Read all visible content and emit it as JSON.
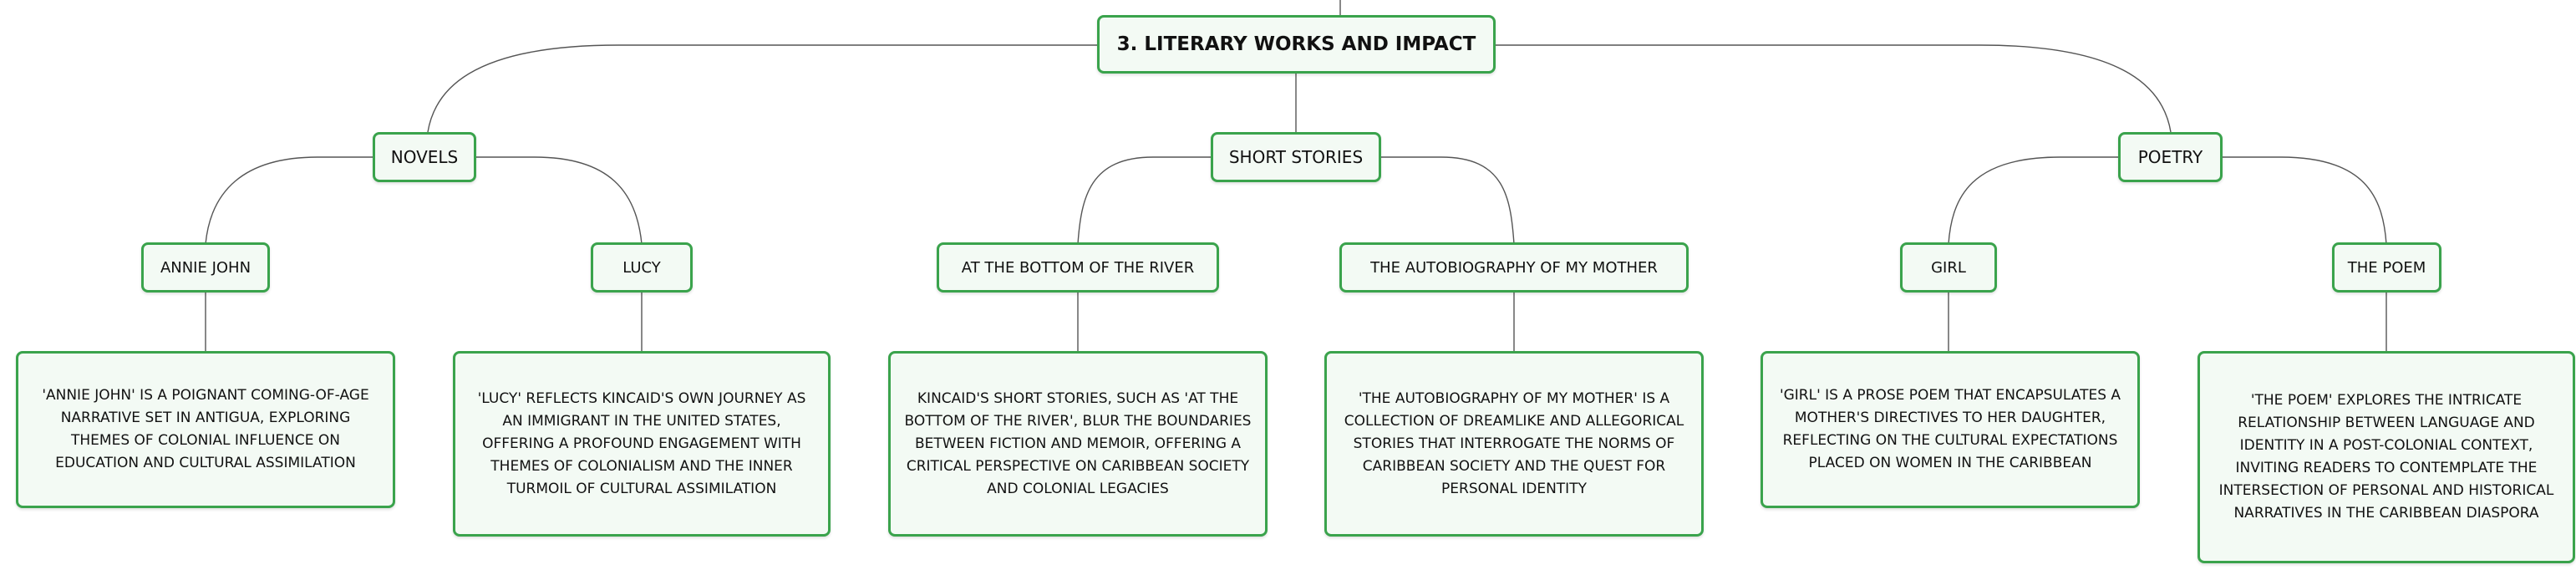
{
  "diagram": {
    "root": "3. Literary Works and Impact",
    "branches": [
      {
        "label": "Novels",
        "works": [
          {
            "title": "Annie John",
            "description": "'Annie John' is a poignant coming-of-age narrative set in Antigua, exploring themes of colonial influence on education and cultural assimilation"
          },
          {
            "title": "Lucy",
            "description": "'Lucy' reflects Kincaid's own journey as an immigrant in the United States, offering a profound engagement with themes of colonialism and the inner turmoil of cultural assimilation"
          }
        ]
      },
      {
        "label": "Short Stories",
        "works": [
          {
            "title": "At the Bottom of the River",
            "description": "Kincaid's short stories, such as 'At the Bottom of the River', blur the boundaries between fiction and memoir, offering a critical perspective on Caribbean society and colonial legacies"
          },
          {
            "title": "The Autobiography of My Mother",
            "description": "'The Autobiography of My Mother' is a collection of dreamlike and allegorical stories that interrogate the norms of Caribbean society and the quest for personal identity"
          }
        ]
      },
      {
        "label": "Poetry",
        "works": [
          {
            "title": "Girl",
            "description": "'Girl' is a prose poem that encapsulates a mother's directives to her daughter, reflecting on the cultural expectations placed on women in the Caribbean"
          },
          {
            "title": "The Poem",
            "description": "'The Poem' explores the intricate relationship between language and identity in a post-colonial context, inviting readers to contemplate the intersection of personal and historical narratives in the Caribbean diaspora"
          }
        ]
      }
    ]
  }
}
